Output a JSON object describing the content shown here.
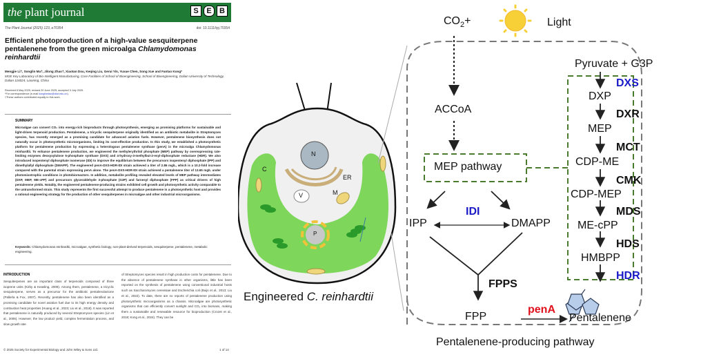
{
  "paper": {
    "journal_name_italic": "the",
    "journal_name": "plant journal",
    "publisher_badge": [
      "S",
      "E",
      "B"
    ],
    "citation": "The Plant Journal (2025) 123, e70354",
    "doi": "doi: 10.1111/tpj.70354",
    "title": "Efficient photoproduction of a high-value sesquiterpene pentalenene from the green microalga",
    "title_italic": "Chlamydomonas reinhardtii",
    "authors": "Mengjie Li†, Songlin Ma†, Jilong Zhao†, Xiaotan Dou, Keqing Liu, Gerui Yin, Yuxue Chen, Song Xue and Fantao Kong*",
    "affiliation": "MOE Key Laboratory of Bio-Intelligent Manufacturing, Core Facilities of School of Bioengineering, School of Bioengineering, Dalian University of Technology, Dalian 116024, Liaoning, China",
    "received": "Received 6 May 2025; revised 20 June 2025; accepted 3 July 2025.",
    "correspondence_prefix": "*For correspondence (e-mail ",
    "correspondence_email": "kongfantao@dlut.edu.cn",
    "correspondence_suffix": ").",
    "equal_contribution": "†These authors contributed equally to this work.",
    "summary_heading": "SUMMARY",
    "summary": "Microalgae can convert CO₂ into energy-rich bioproducts through photosynthesis, emerging as promising platforms for sustainable and light-driven terpenoid production. Pentalenene, a tricyclic sesquiterpene originally identified as an antibiotic metabolite in Streptomyces species, has recently emerged as a promising candidate for advanced aviation fuels. However, pentalenene biosynthesis does not naturally occur in photosynthetic microorganisms, limiting its cost-effective production. In this study, we established a photosynthetic platform for pentalenene production by expressing a heterologous pentalenene synthase (penA) in the microalga Chlamydomonas reinhardtii. To enhance pentalenene production, we engineered the methylerythritol phosphate (MEP) pathway by overexpressing rate-limiting enzymes deoxyxylulose 5-phosphate synthase (DXS) and 4-hydroxy-3-methylbut-2-enyl-diphosphate reductase (HDR). We also introduced isopentenyl diphosphate isomerase (IDI) to improve the equilibrium between the precursors isopentenyl diphosphate (IPP) and dimethylallyl diphosphate (DMAPP). The engineered penA-DXS-HDR-IDI strain achieved a titer of 2.86 mg/L, which is a 10.2-fold increase compared with the parental strain expressing penA alone. The penA-DXS-HDR-IDI strain achieved a pentalenene titer of 13.65 mg/L under photomixotrophic conditions in photobioreactors. In addition, metabolite profiling revealed elevated levels of MEP pathway intermediates (DXP, MEP, ME-cPP) and precursors glyceraldehyde 3-phosphate (G3P) and farnesyl diphosphate (FPP) as critical drivers of high pentalenene yields. Notably, the engineered pentalenene-producing strains exhibited cell growth and photosynthetic activity comparable to the untransformed strain. This study represents the first successful attempt to produce pentalenene in a photosynthetic host and provides a rational engineering strategy for the production of other sesquiterpenes in microalgae and other industrial microorganisms.",
    "keywords_label": "Keywords:",
    "keywords": "Chlamydomonas reinhardtii, microalgae, synthetic biology, non-plant-derived terpenoids, sesquiterpene, pentalenene, metabolic engineering.",
    "intro_heading": "INTRODUCTION",
    "intro_col1": "Sesquiterpenes are an important class of terpenoids composed of three isoprene units (Kirby & Keasling, 2009). Among them, pentalenene, a tricyclic sesquiterpene, serves as a precursor for the antibiotic pentalenolactone (Pallerla & Fox, 2007). Recently, pentalenene has also been identified as a promising candidate for novel aviation fuel due to its high energy density and combustion heat properties (Huang et al., 2023; Liu et al., 2018). It was reported that pentalenene is naturally produced by several Streptomyces species (Lin et al., 2006). However, the low product yield, complex fermentation process, and slow growth rate",
    "intro_col2": "of Streptomyces species result in high production costs for pentalenene. Due to the absence of pentalenene synthase in other organisms, little has been reported on the synthesis of pentalenene using conventional industrial hosts such as Saccharomyces cerevisiae and Escherichia coli (Buijs et al., 2013; Liu et al., 2022). To date, there are no reports of pentalenene production using photosynthetic microorganisms as a chassis. Microalgae are photosynthetic organisms that can efficiently convert sunlight and CO₂ into biomass, making them a sustainable and renewable resource for bioproduction (Crozet et al., 2018; Kong et al., 2024). They can be",
    "copyright": "© 2025 Society for Experimental Biology and John Wiley & Sons Ltd.",
    "page": "1 of 14"
  },
  "cell": {
    "caption_prefix": "Engineered ",
    "caption_italic": "C. reinhardtii",
    "labels": {
      "nucleus": "N",
      "er": "ER",
      "vacuole": "V",
      "mitochondrion": "M",
      "chloroplast": "C",
      "pyrenoid": "P"
    }
  },
  "pathway": {
    "inputs": {
      "co2": "CO",
      "co2_sub": "2",
      "plus": "+",
      "light": "Light"
    },
    "accoa": "ACCoA",
    "mep_box": "MEP pathway",
    "ipp": "IPP",
    "dmapp": "DMAPP",
    "idi": "IDI",
    "fpps": "FPPS",
    "fpp": "FPP",
    "pena": "penA",
    "product": "Pentalenene",
    "mep_detail": {
      "start": "Pyruvate  +  G3P",
      "steps": [
        {
          "enzyme": "DXS",
          "product": "DXP",
          "highlight": "blue"
        },
        {
          "enzyme": "DXR",
          "product": "MEP",
          "highlight": "black"
        },
        {
          "enzyme": "MCT",
          "product": "CDP-ME",
          "highlight": "black"
        },
        {
          "enzyme": "CMK",
          "product": "CDP-MEP",
          "highlight": "black"
        },
        {
          "enzyme": "MDS",
          "product": "ME-cPP",
          "highlight": "black"
        },
        {
          "enzyme": "HDS",
          "product": "HMBPP",
          "highlight": "black"
        },
        {
          "enzyme": "HDR",
          "product": "",
          "highlight": "blue"
        }
      ]
    },
    "footer": "Pentalenene-producing pathway"
  },
  "colors": {
    "journal_green": "#1f7a35",
    "mep_box_green": "#4a7a2c",
    "engineered_blue": "#1a1ac8",
    "heterologous_red": "#e0101c",
    "chloroplast_green": "#7ed65a",
    "sun_yellow": "#f7cf36"
  }
}
